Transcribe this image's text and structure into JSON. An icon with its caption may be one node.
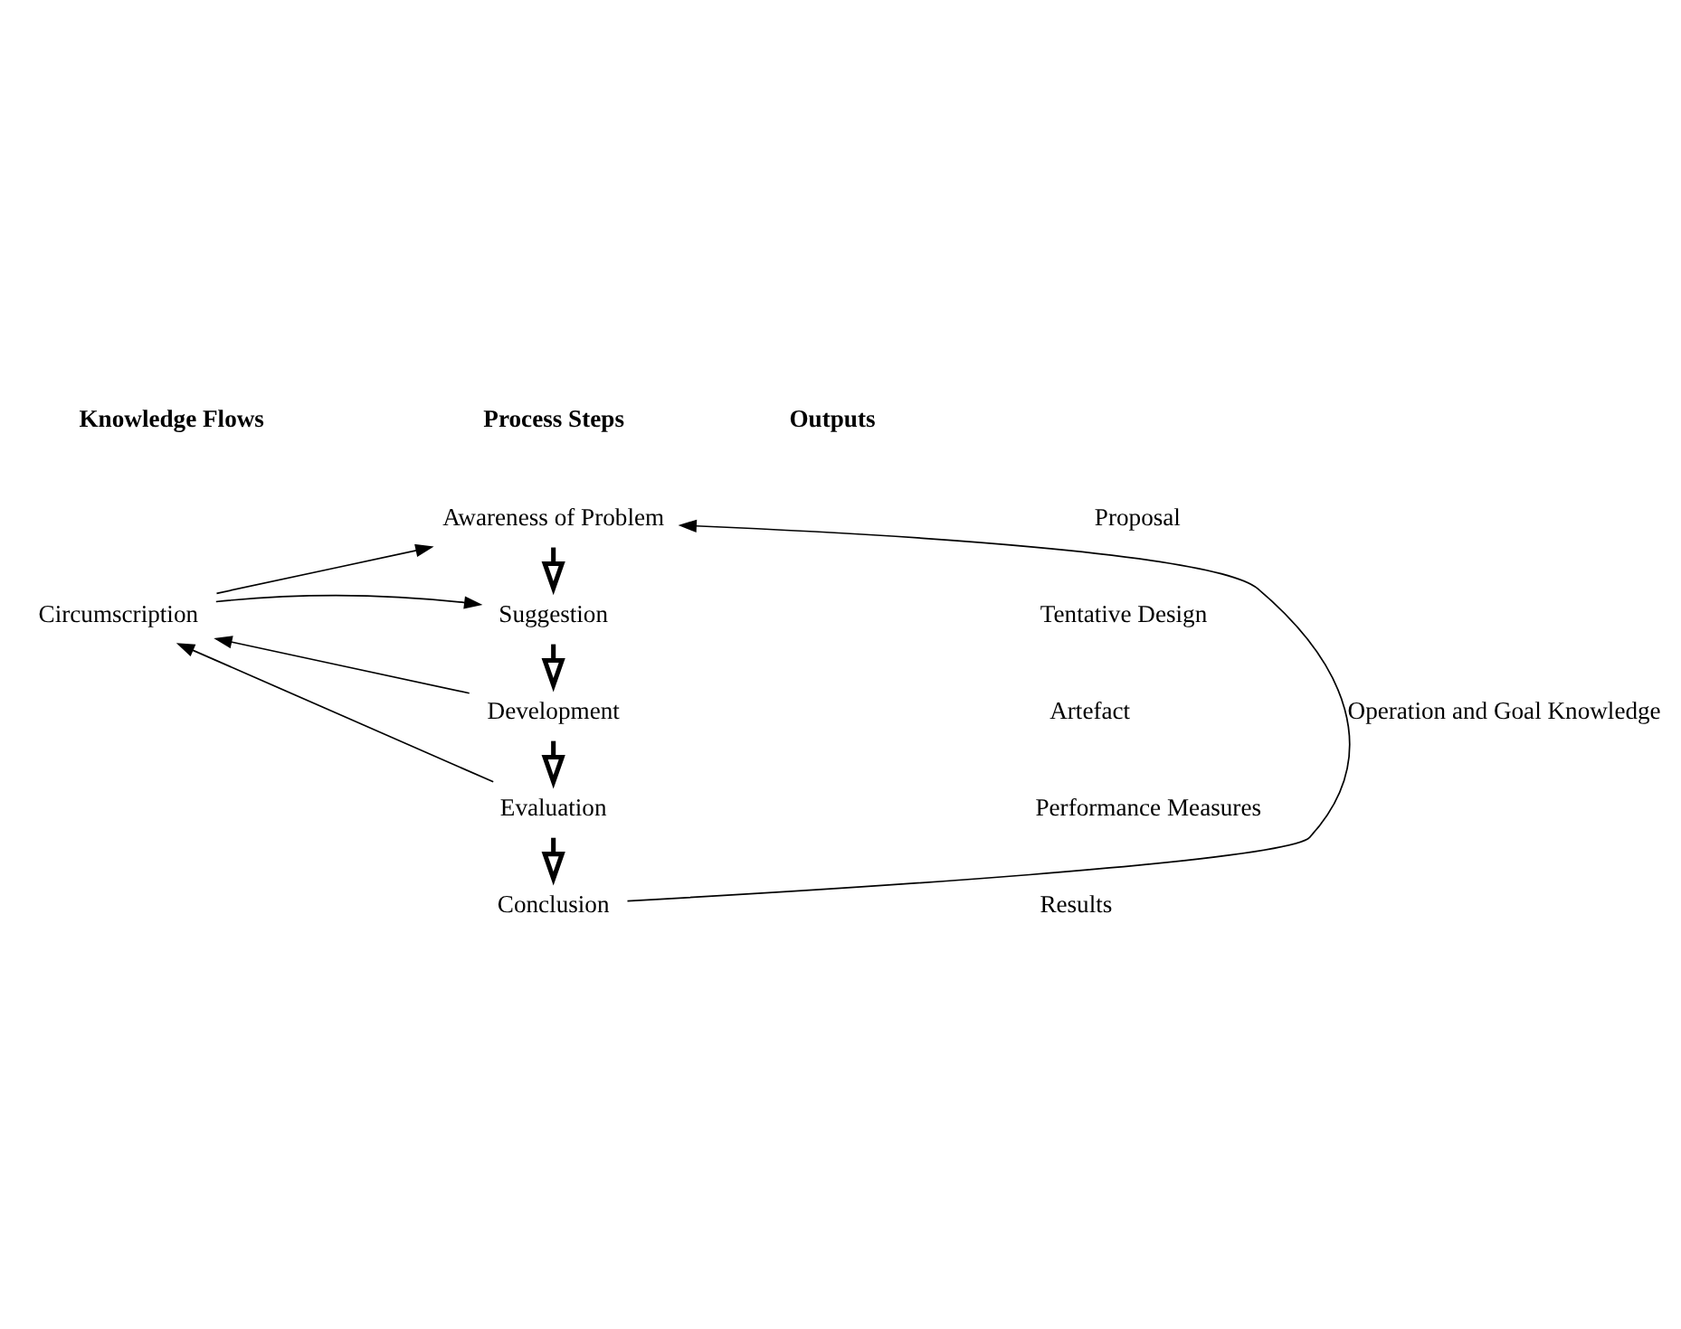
{
  "diagram": {
    "nodes": [
      {
        "text": [
          "Awareness of Problem"
        ]
      },
      {
        "text": [
          "Suggestion"
        ]
      },
      {
        "text": [
          "Circumscription"
        ]
      },
      {
        "text": [
          "Development"
        ]
      },
      {
        "text": [
          "Evaluation"
        ]
      },
      {
        "text": [
          "Conclusion"
        ]
      }
    ],
    "edges": [
      {
        "from": 0,
        "to": 1,
        "arrow": "to",
        "style": "thick"
      },
      {
        "from": 1,
        "to": 3,
        "arrow": "to",
        "style": "thick"
      },
      {
        "from": 3,
        "to": 4,
        "arrow": "to",
        "style": "thick"
      },
      {
        "from": 4,
        "to": 5,
        "arrow": "to",
        "style": "thick"
      },
      {
        "from": 3,
        "to": 2,
        "arrow": "to"
      },
      {
        "from": 4,
        "to": 2,
        "arrow": "to"
      },
      {
        "from": 2,
        "to": 0,
        "arrow": "to"
      },
      {
        "from": 2,
        "to": 1,
        "arrow": "to"
      },
      {
        "from": 5,
        "to": 0,
        "arrow": "to",
        "label": "Operation and Goal Knowledge"
      }
    ],
    "labels": [
      "Knowledge Flows",
      "Process Steps",
      "Outputs",
      "Proposal",
      "Tentative Design",
      "Artefact",
      "Performance Measures",
      "Results"
    ]
  }
}
